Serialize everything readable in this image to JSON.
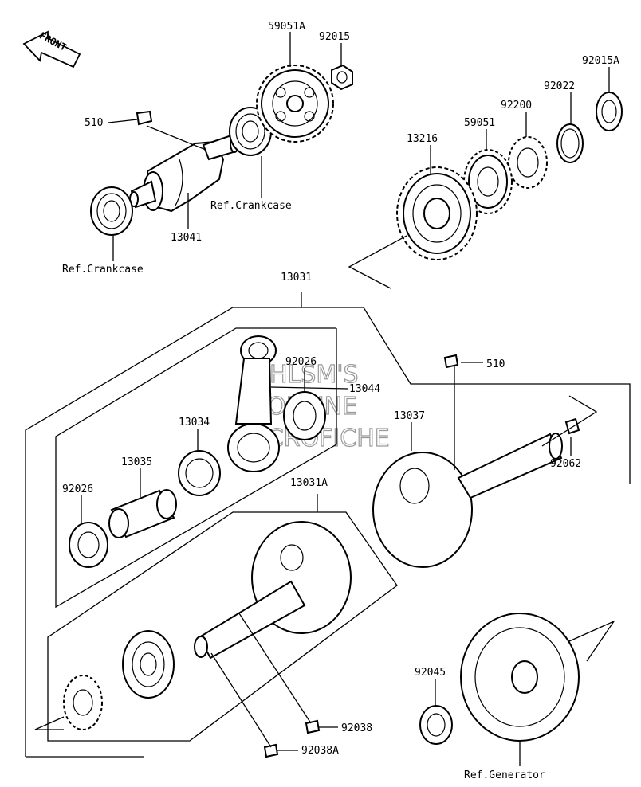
{
  "orientation": {
    "front_label": "FRONT",
    "icon": "front-arrow-icon"
  },
  "watermark": {
    "line1": "HLSM'S",
    "line2": "ONLINE",
    "line3": "MICROFICHE"
  },
  "labels": {
    "p59051A": "59051A",
    "p92015": "92015",
    "p92015A": "92015A",
    "p92022": "92022",
    "p92200": "92200",
    "p59051": "59051",
    "p13216": "13216",
    "p510_top": "510",
    "ref_crankcase_1": "Ref.Crankcase",
    "p13041": "13041",
    "ref_crankcase_2": "Ref.Crankcase",
    "p13031": "13031",
    "p92026_top": "92026",
    "p13044": "13044",
    "p510_right": "510",
    "p13034": "13034",
    "p13037": "13037",
    "p13035": "13035",
    "p92062": "92062",
    "p92026_left": "92026",
    "p13031A": "13031A",
    "p92045": "92045",
    "p92038": "92038",
    "p92038A": "92038A",
    "ref_generator": "Ref.Generator"
  }
}
